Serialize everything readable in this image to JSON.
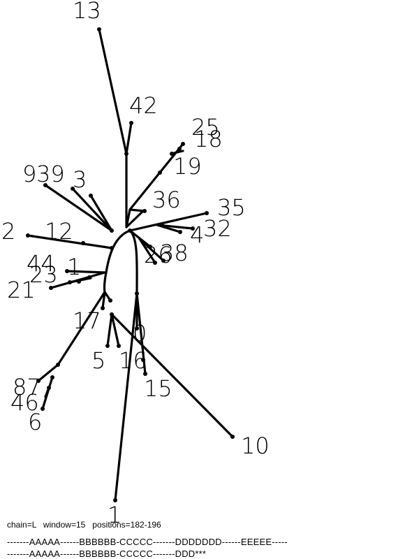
{
  "tree": {
    "leaves": [
      {
        "id": "leaf-13",
        "label": "13"
      },
      {
        "id": "leaf-42",
        "label": "42"
      },
      {
        "id": "leaf-25",
        "label": "25"
      },
      {
        "id": "leaf-18",
        "label": "18"
      },
      {
        "id": "leaf-19",
        "label": "19"
      },
      {
        "id": "leaf-9",
        "label": "9"
      },
      {
        "id": "leaf-39",
        "label": "39"
      },
      {
        "id": "leaf-3",
        "label": "3"
      },
      {
        "id": "leaf-36",
        "label": "36"
      },
      {
        "id": "leaf-35",
        "label": "35"
      },
      {
        "id": "leaf-32",
        "label": "32"
      },
      {
        "id": "leaf-4",
        "label": "4"
      },
      {
        "id": "leaf-2",
        "label": "2"
      },
      {
        "id": "leaf-12",
        "label": "12"
      },
      {
        "id": "leaf-26",
        "label": "26"
      },
      {
        "id": "leaf-38",
        "label": "38"
      },
      {
        "id": "leaf-44",
        "label": "44"
      },
      {
        "id": "leaf-1b",
        "label": "1"
      },
      {
        "id": "leaf-23",
        "label": "23"
      },
      {
        "id": "leaf-21",
        "label": "21"
      },
      {
        "id": "leaf-17",
        "label": "17"
      },
      {
        "id": "leaf-0",
        "label": "0"
      },
      {
        "id": "leaf-5",
        "label": "5"
      },
      {
        "id": "leaf-16",
        "label": "16"
      },
      {
        "id": "leaf-15",
        "label": "15"
      },
      {
        "id": "leaf-87",
        "label": "87"
      },
      {
        "id": "leaf-46",
        "label": "46"
      },
      {
        "id": "leaf-6",
        "label": "6"
      },
      {
        "id": "leaf-10",
        "label": "10"
      },
      {
        "id": "leaf-1",
        "label": "1"
      }
    ]
  },
  "footer": {
    "params": "chain=L   window=15   positions=182-196",
    "seq_line_1": "-------AAAAA------BBBBBB-CCCCC-------DDDDDDD------EEEEE-----",
    "seq_line_2": "-------AAAAA------BBBBBB-CCCCC-------DDD***"
  }
}
